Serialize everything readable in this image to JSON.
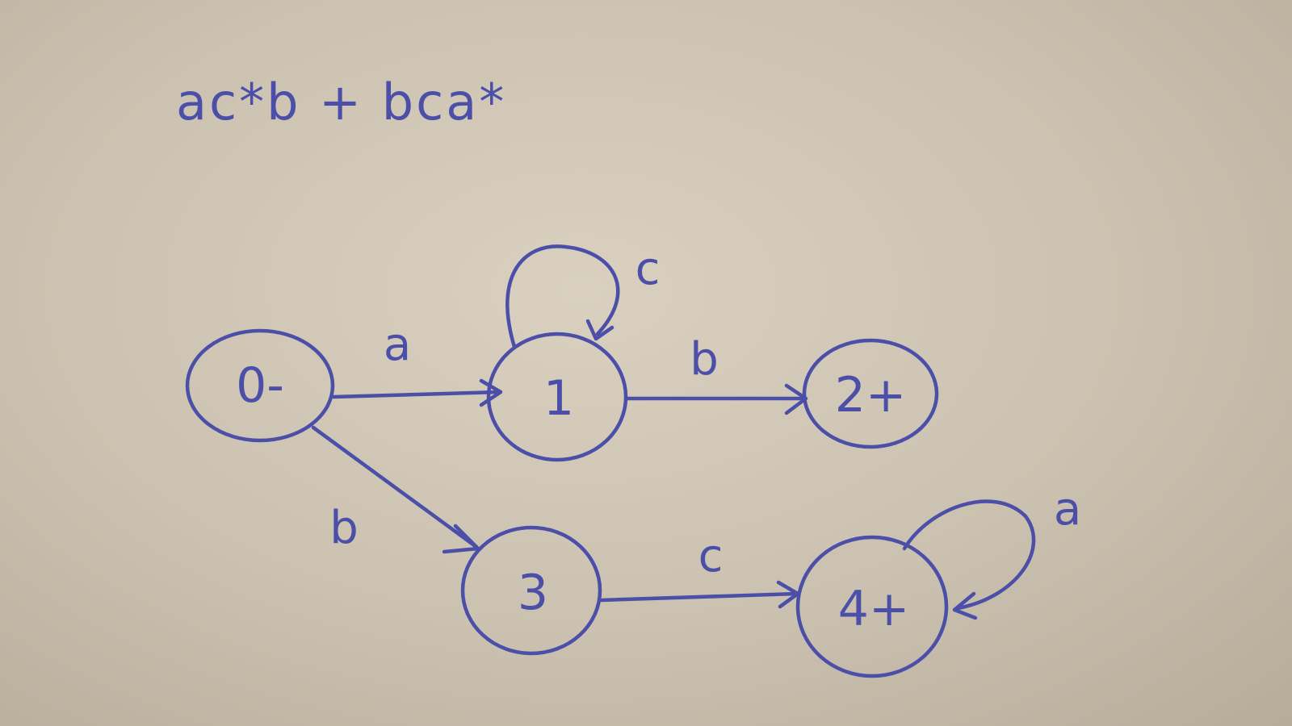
{
  "regex": "ac*b + bca*",
  "states": [
    {
      "id": "s0",
      "label": "0-"
    },
    {
      "id": "s1",
      "label": "1"
    },
    {
      "id": "s2",
      "label": "2+"
    },
    {
      "id": "s3",
      "label": "3"
    },
    {
      "id": "s4",
      "label": "4+"
    }
  ],
  "edges": [
    {
      "from": "0-",
      "to": "1",
      "label": "a"
    },
    {
      "from": "1",
      "to": "1",
      "label": "c"
    },
    {
      "from": "1",
      "to": "2+",
      "label": "b"
    },
    {
      "from": "0-",
      "to": "3",
      "label": "b"
    },
    {
      "from": "3",
      "to": "4+",
      "label": "c"
    },
    {
      "from": "4+",
      "to": "4+",
      "label": "a"
    }
  ],
  "ink_color": "#4b4fa8",
  "paper_color": "#d2c9b8"
}
